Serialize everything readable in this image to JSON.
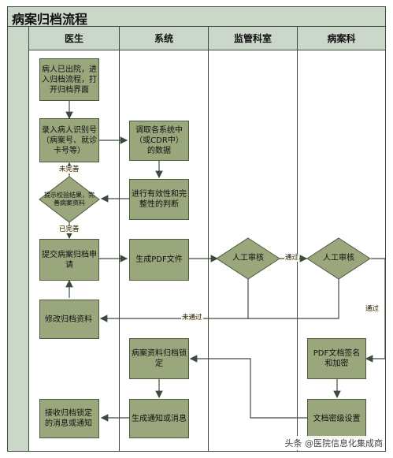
{
  "title": "病案归档流程",
  "lanes": [
    "医生",
    "系统",
    "监管科室",
    "病案科"
  ],
  "nodes": {
    "n1": "病人已出院，进入归档流程，打开归档界面",
    "n2": "录入病人识别号（病案号、就诊卡号等）",
    "n3": "调取各系统中（或CDR中）的数据",
    "n4": "进行有效性和完整性的判断",
    "d1": "提示校验结果，完善病案资料",
    "n5": "提交病案归档申请",
    "n6": "生成PDF文件",
    "d2": "人工审核",
    "d3": "人工审核",
    "n7": "修改归档资料",
    "n8": "PDF文档签名和加密",
    "n9": "病案资料归档锁定",
    "n10": "文档密级设置",
    "n11": "生成通知或消息",
    "n12": "接收归档锁定的消息或通知"
  },
  "edge_labels": {
    "incomplete": "未完善",
    "complete": "已完善",
    "pass1": "通过",
    "pass2": "通过",
    "fail": "未通过"
  },
  "watermark": "头条 @医院信息化集成商",
  "colors": {
    "header": "#cbd7c9",
    "box": "#9aa67c",
    "line": "#3f4a3f"
  }
}
